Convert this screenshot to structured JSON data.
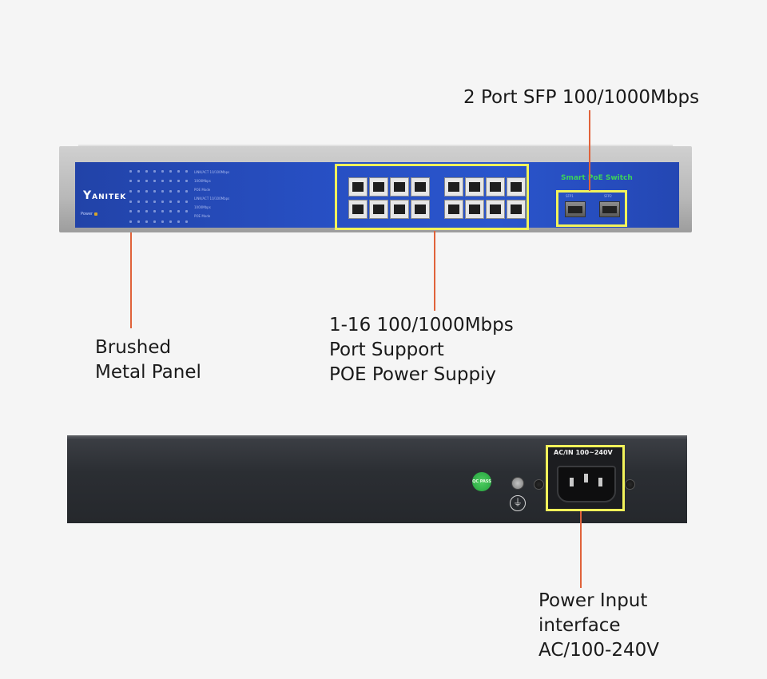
{
  "callouts": {
    "sfp": "2 Port SFP 100/1000Mbps",
    "panel": [
      "Brushed",
      "Metal Panel"
    ],
    "ports": [
      "1-16 100/1000Mbps",
      "Port Support",
      "POE Power Suppiy"
    ],
    "power": [
      "Power Input",
      "interface",
      "AC/100-240V"
    ]
  },
  "front_panel": {
    "brand": "ANITEK",
    "power_label": "Power",
    "title": "Smart PoE Switch",
    "led_legend": [
      "LINK/ACT 10/100Mbps",
      "1000Mbps",
      "POE Mode",
      "LINK/ACT 10/100Mbps",
      "1000Mbps",
      "POE Mode"
    ],
    "sfp_labels": [
      "SFP1",
      "SFP2"
    ]
  },
  "rear_panel": {
    "power_label": "AC/IN 100~240V",
    "qc_label": "QC PASS"
  },
  "colors": {
    "highlight": "#f2f25a",
    "leader": "#e0623a",
    "panel_blue": "#274fc3"
  }
}
